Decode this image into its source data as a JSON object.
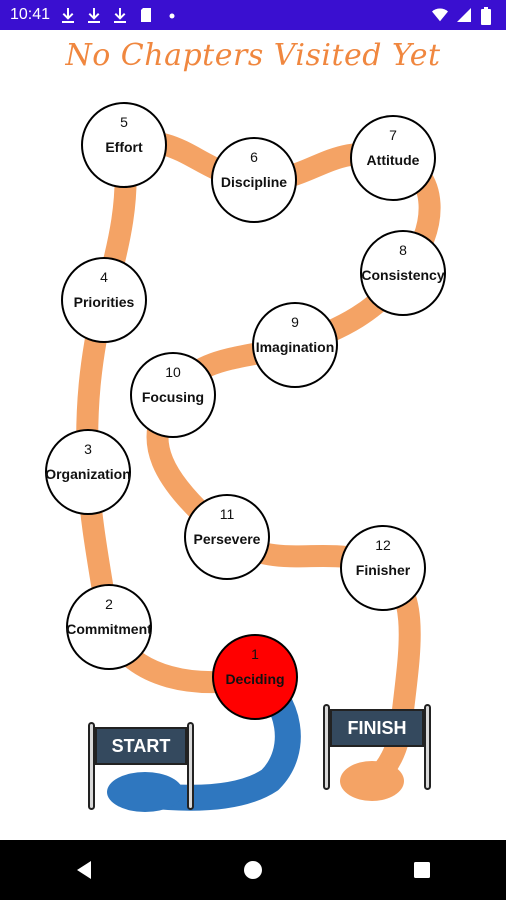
{
  "status_bar": {
    "time": "10:41",
    "left_icons": [
      "download-icon",
      "download-icon",
      "download-icon",
      "sd-card-icon",
      "dot-icon"
    ],
    "right_icons": [
      "wifi-icon",
      "signal-icon",
      "battery-icon"
    ]
  },
  "title": "No Chapters Visited Yet",
  "colors": {
    "title": "#f0873f",
    "path": "#f4a365",
    "start_path": "#2f77bf",
    "active_node": "#ff0000",
    "status_bar": "#3a0fd0",
    "sign": "#34495e"
  },
  "chapters": [
    {
      "num": "1",
      "label": "Deciding",
      "active": true
    },
    {
      "num": "2",
      "label": "Commitment",
      "active": false
    },
    {
      "num": "3",
      "label": "Organization",
      "active": false
    },
    {
      "num": "4",
      "label": "Priorities",
      "active": false
    },
    {
      "num": "5",
      "label": "Effort",
      "active": false
    },
    {
      "num": "6",
      "label": "Discipline",
      "active": false
    },
    {
      "num": "7",
      "label": "Attitude",
      "active": false
    },
    {
      "num": "8",
      "label": "Consistency",
      "active": false
    },
    {
      "num": "9",
      "label": "Imagination",
      "active": false
    },
    {
      "num": "10",
      "label": "Focusing",
      "active": false
    },
    {
      "num": "11",
      "label": "Persevere",
      "active": false
    },
    {
      "num": "12",
      "label": "Finisher",
      "active": false
    }
  ],
  "start_label": "START",
  "finish_label": "FINISH",
  "nav_bar": {
    "back_icon": "back-triangle-icon",
    "home_icon": "home-circle-icon",
    "recents_icon": "recents-square-icon"
  }
}
